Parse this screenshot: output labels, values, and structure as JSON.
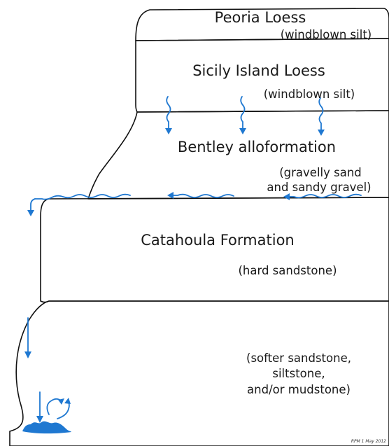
{
  "layers": {
    "peoria": {
      "title": "Peoria Loess",
      "subtitle": "(windblown silt)",
      "color": "#f4c08a"
    },
    "sicily": {
      "title": "Sicily Island Loess",
      "subtitle": "(windblown silt)",
      "color": "#e6dcd6"
    },
    "bentley": {
      "title": "Bentley alloformation",
      "subtitle_line1": "(gravelly sand",
      "subtitle_line2": "and sandy gravel)",
      "color": "#f0a356"
    },
    "catahoula": {
      "title": "Catahoula Formation",
      "subtitle": "(hard sandstone)",
      "color": "#d9c3a2"
    },
    "lower": {
      "line1": "(softer sandstone,",
      "line2": "siltstone,",
      "line3": "and/or mudstone)",
      "color": "#8e8e72"
    }
  },
  "water": {
    "color": "#1f78d1"
  },
  "signature": "RPM 1 May 2012"
}
